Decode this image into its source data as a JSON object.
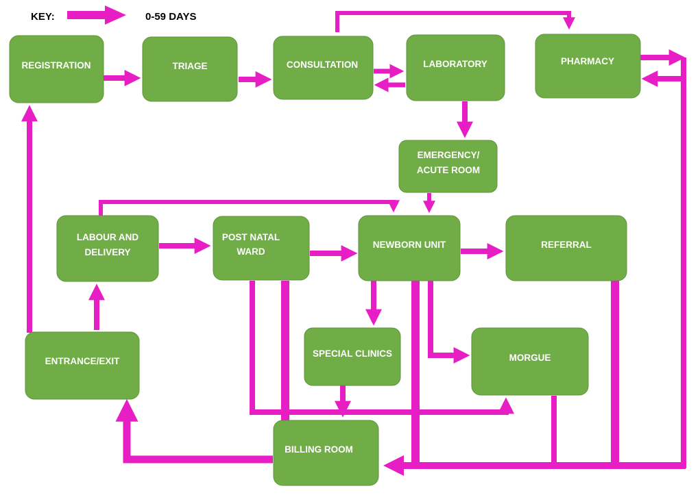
{
  "key": {
    "label": "KEY:",
    "legend_text": "0-59 DAYS"
  },
  "colors": {
    "node_fill": "#70ad47",
    "node_text": "#ffffff",
    "arrow": "#e61ec3"
  },
  "nodes": {
    "registration": "REGISTRATION",
    "triage": "TRIAGE",
    "consultation": "CONSULTATION",
    "laboratory": "LABORATORY",
    "pharmacy": "PHARMACY",
    "emergency": [
      "EMERGENCY/",
      "ACUTE ROOM"
    ],
    "labour_delivery": [
      "LABOUR AND",
      "DELIVERY"
    ],
    "post_natal_ward": [
      "POST NATAL",
      "WARD"
    ],
    "newborn_unit": "NEWBORN UNIT",
    "referral": "REFERRAL",
    "entrance_exit": "ENTRANCE/EXIT",
    "special_clinics": "SPECIAL CLINICS",
    "morgue": "MORGUE",
    "billing_room": "BILLING ROOM"
  },
  "edges": [
    [
      "registration",
      "triage"
    ],
    [
      "triage",
      "consultation"
    ],
    [
      "consultation",
      "laboratory"
    ],
    [
      "laboratory",
      "consultation"
    ],
    [
      "consultation",
      "pharmacy"
    ],
    [
      "laboratory",
      "emergency"
    ],
    [
      "emergency",
      "newborn_unit"
    ],
    [
      "labour_delivery",
      "newborn_unit"
    ],
    [
      "labour_delivery",
      "post_natal_ward"
    ],
    [
      "post_natal_ward",
      "newborn_unit"
    ],
    [
      "newborn_unit",
      "referral"
    ],
    [
      "newborn_unit",
      "special_clinics"
    ],
    [
      "newborn_unit",
      "morgue"
    ],
    [
      "newborn_unit",
      "billing_room"
    ],
    [
      "post_natal_ward",
      "billing_room"
    ],
    [
      "post_natal_ward",
      "morgue"
    ],
    [
      "special_clinics",
      "billing_room"
    ],
    [
      "morgue",
      "billing_room"
    ],
    [
      "referral",
      "billing_room"
    ],
    [
      "billing_room",
      "entrance_exit"
    ],
    [
      "entrance_exit",
      "registration"
    ],
    [
      "entrance_exit",
      "labour_delivery"
    ],
    [
      "pharmacy",
      "billing_room"
    ],
    [
      "billing_room",
      "pharmacy"
    ]
  ]
}
